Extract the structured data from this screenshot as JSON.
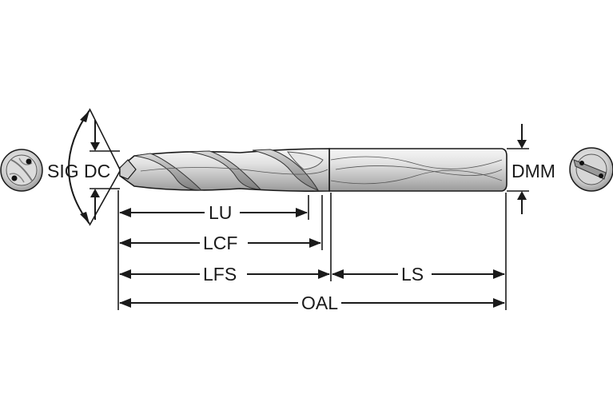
{
  "labels": {
    "sig": "SIG",
    "dc": "DC",
    "dmm": "DMM",
    "lu": "LU",
    "lcf": "LCF",
    "lfs": "LFS",
    "ls": "LS",
    "oal": "OAL"
  },
  "icons": {
    "tip_end_view": "drill-tip-end-view-icon",
    "shank_end_view": "shank-end-view-icon",
    "drill_body": "twist-drill-body"
  },
  "colors": {
    "line": "#1a1a1a",
    "metal_light": "#ececec",
    "metal_mid": "#c8c8c8",
    "metal_dark": "#8f8f8f"
  }
}
